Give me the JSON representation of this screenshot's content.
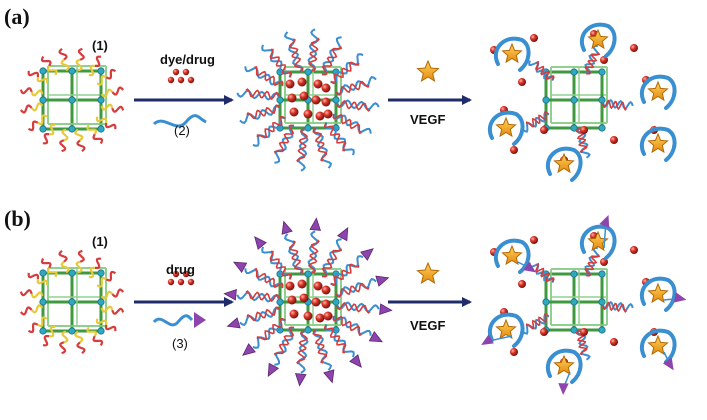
{
  "panels": [
    {
      "label": "(a)",
      "core_tag": "(1)",
      "arrow1_top": "dye/drug",
      "arrow1_bottom": "(2)",
      "arrow2_label": "VEGF"
    },
    {
      "label": "(b)",
      "core_tag": "(1)",
      "arrow1_top": "drug",
      "arrow1_bottom": "(3)",
      "arrow2_label": "VEGF"
    }
  ],
  "colors": {
    "frame": "#3f9a3f",
    "frame_light": "#8fd08f",
    "node": "#2fa9c2",
    "strand_red": "#d63c3c",
    "strand_yellow": "#e8c93a",
    "aptamer_blue": "#3a8fd1",
    "drug_red": "#d8352a",
    "arrow": "#1f2b6b",
    "star": "#f3a21c",
    "triangle": "#8e44ad"
  },
  "icons": [
    "dna-cube-icon",
    "drug-particle-icon",
    "aptamer-strand-icon",
    "vegf-star-icon",
    "targeting-triangle-icon"
  ]
}
